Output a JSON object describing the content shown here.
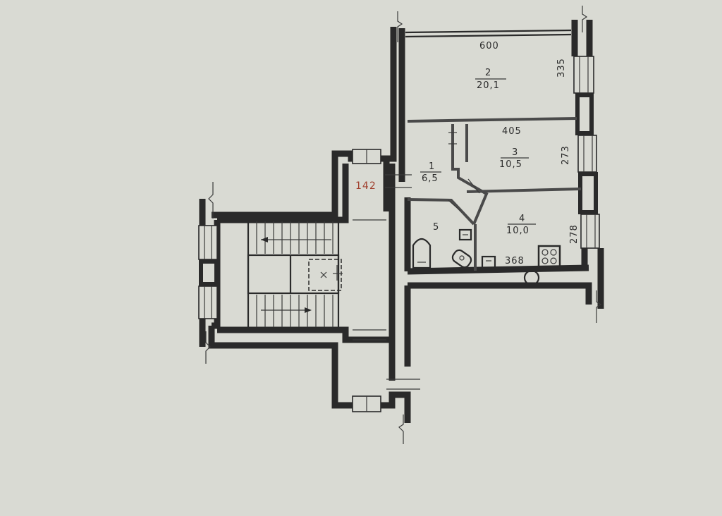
{
  "rooms": [
    {
      "number": "1",
      "area": "6,5"
    },
    {
      "number": "2",
      "area": "20,1"
    },
    {
      "number": "3",
      "area": "10,5"
    },
    {
      "number": "4",
      "area": "10,0"
    },
    {
      "number": "5",
      "area": ""
    }
  ],
  "dimensions": {
    "room2_width": "600",
    "room2_depth": "335",
    "room3_width": "405",
    "room3_depth": "273",
    "room4_depth": "278",
    "kitchen_width": "368"
  },
  "apartment_number": "142",
  "colors": {
    "background": "#d9dad3",
    "walls": "#2a2a2a",
    "apartment_number": "#a0402e"
  },
  "icons": [
    "stair-arrow-icon",
    "elevator-shaft-icon",
    "bathtub-icon",
    "toilet-icon",
    "sink-icon",
    "stove-icon",
    "riser-icon",
    "wall-break-icon"
  ]
}
